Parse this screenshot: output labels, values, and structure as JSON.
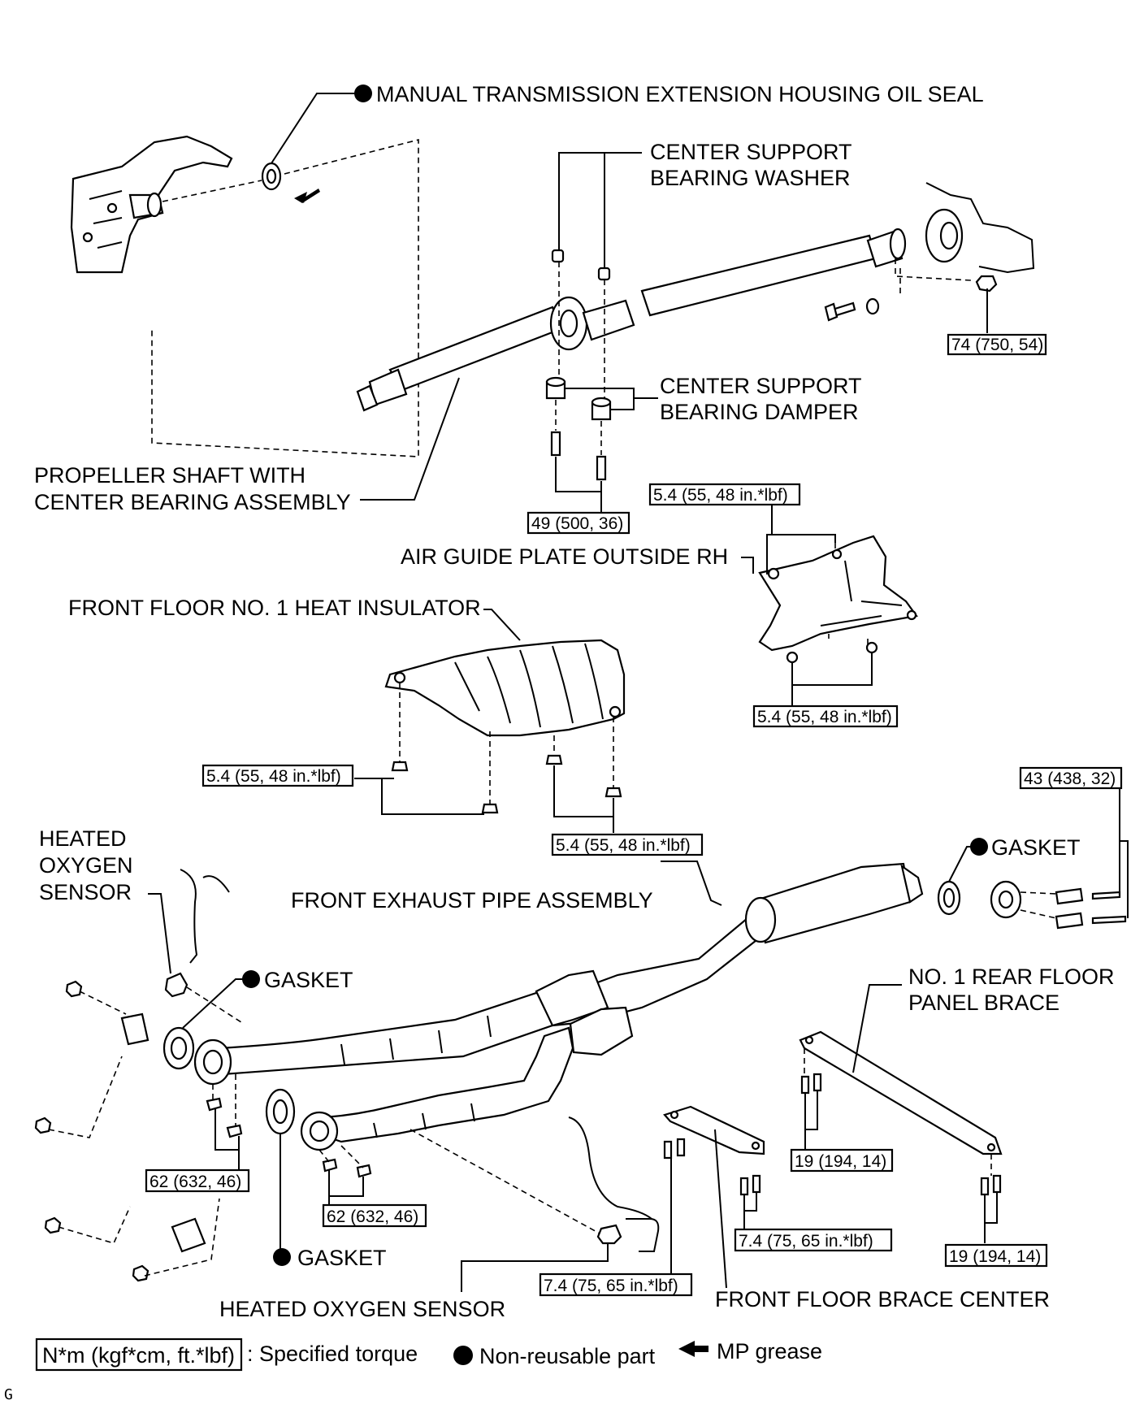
{
  "labels": {
    "manual_trans_oil_seal": "MANUAL TRANSMISSION EXTENSION HOUSING OIL SEAL",
    "center_support_washer_1": "CENTER SUPPORT",
    "center_support_washer_2": "BEARING WASHER",
    "center_support_damper_1": "CENTER SUPPORT",
    "center_support_damper_2": "BEARING DAMPER",
    "propeller_shaft_1": "PROPELLER SHAFT WITH",
    "propeller_shaft_2": "CENTER BEARING ASSEMBLY",
    "air_guide_plate": "AIR GUIDE PLATE OUTSIDE RH",
    "heat_insulator": "FRONT FLOOR NO. 1 HEAT INSULATOR",
    "heated_o2_1": "HEATED",
    "heated_o2_2": "OXYGEN",
    "heated_o2_3": "SENSOR",
    "front_exhaust_pipe": "FRONT EXHAUST PIPE ASSEMBLY",
    "gasket_rear": "GASKET",
    "gasket_left_upper": "GASKET",
    "gasket_left_lower": "GASKET",
    "rear_floor_brace_1": "NO. 1 REAR FLOOR",
    "rear_floor_brace_2": "PANEL BRACE",
    "heated_o2_bottom": "HEATED OXYGEN SENSOR",
    "front_floor_brace": "FRONT FLOOR BRACE CENTER"
  },
  "torques": {
    "flange_bolt": "74 (750, 54)",
    "center_support_bolt": "49 (500, 36)",
    "air_guide_top": "5.4 (55, 48 in.*lbf)",
    "air_guide_bottom": "5.4 (55, 48 in.*lbf)",
    "insulator_left": "5.4 (55, 48 in.*lbf)",
    "insulator_right": "5.4 (55, 48 in.*lbf)",
    "rear_spring_bolt": "43 (438, 32)",
    "front_flange_upper": "62 (632, 46)",
    "front_flange_lower": "62 (632, 46)",
    "brace_center": "19 (194, 14)",
    "brace_right": "19 (194, 14)",
    "floor_brace_right": "7.4 (75, 65 in.*lbf)",
    "floor_brace_left": "7.4 (75, 65 in.*lbf)"
  },
  "legend": {
    "torque_box": "N*m (kgf*cm, ft.*lbf)",
    "torque_text": ": Specified torque",
    "nonreusable_text": "Non-reusable part",
    "grease_text": "MP grease"
  },
  "corner_mark": "G"
}
